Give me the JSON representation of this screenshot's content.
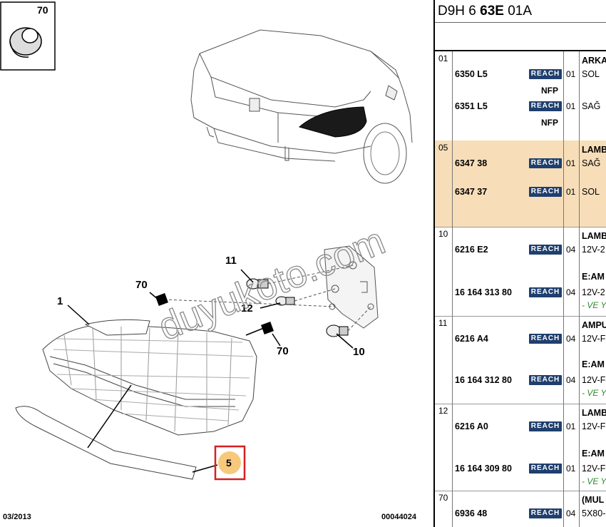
{
  "diagram": {
    "insert_label": "70",
    "callouts": {
      "c1": "1",
      "c70a": "70",
      "c11": "11",
      "c12": "12",
      "c70b": "70",
      "c10": "10",
      "c5": "5"
    },
    "watermark": "duyukoto.com",
    "footer_date": "03/2013",
    "footer_ref": "00044024",
    "highlight_color": "#d62020",
    "highlight_fill": "#f7c97c"
  },
  "panel": {
    "header": {
      "code_pre": "D9H 6 ",
      "code_bold": "63E",
      "code_post": " 01A"
    },
    "reach_label": "REACH",
    "groups": [
      {
        "num": "01",
        "highlighted": false,
        "rows": [
          {
            "part": "",
            "qty": "",
            "desc": "ARKA",
            "bold": true
          },
          {
            "part": "6350 L5",
            "qty": "01",
            "desc": "SOL",
            "reach": true
          },
          {
            "part": "",
            "qty": "",
            "desc": "",
            "nfp": "NFP"
          },
          {
            "part": "6351 L5",
            "qty": "01",
            "desc": "SAĞ",
            "reach": true
          },
          {
            "part": "",
            "qty": "",
            "desc": "",
            "nfp": "NFP"
          }
        ]
      },
      {
        "num": "05",
        "highlighted": true,
        "rows": [
          {
            "part": "",
            "qty": "",
            "desc": "LAMB",
            "bold": true
          },
          {
            "part": "6347 38",
            "qty": "01",
            "desc": "SAĞ",
            "reach": true
          },
          {
            "part": "6347 37",
            "qty": "01",
            "desc": "SOL",
            "reach": true
          }
        ]
      },
      {
        "num": "10",
        "highlighted": false,
        "rows": [
          {
            "part": "",
            "qty": "",
            "desc": "LAMB",
            "bold": true
          },
          {
            "part": "6216 E2",
            "qty": "04",
            "desc": "12V-2",
            "reach": true
          },
          {
            "part": "",
            "qty": "",
            "desc": "E:AM",
            "bold": true
          },
          {
            "part": "16 164 313 80",
            "qty": "04",
            "desc": "12V-2",
            "reach": true
          },
          {
            "part": "",
            "qty": "",
            "desc": "- VE Y",
            "note": true
          }
        ]
      },
      {
        "num": "11",
        "highlighted": false,
        "rows": [
          {
            "part": "",
            "qty": "",
            "desc": "AMPU",
            "bold": true
          },
          {
            "part": "6216 A4",
            "qty": "04",
            "desc": "12V-F",
            "reach": true
          },
          {
            "part": "",
            "qty": "",
            "desc": "E:AM",
            "bold": true
          },
          {
            "part": "16 164 312 80",
            "qty": "04",
            "desc": "12V-F",
            "reach": true
          },
          {
            "part": "",
            "qty": "",
            "desc": "- VE Y",
            "note": true
          }
        ]
      },
      {
        "num": "12",
        "highlighted": false,
        "rows": [
          {
            "part": "",
            "qty": "",
            "desc": "LAMB",
            "bold": true
          },
          {
            "part": "6216 A0",
            "qty": "01",
            "desc": "12V-F",
            "reach": true
          },
          {
            "part": "",
            "qty": "",
            "desc": "E:AM",
            "bold": true
          },
          {
            "part": "16 164 309 80",
            "qty": "01",
            "desc": "12V-F",
            "reach": true
          },
          {
            "part": "",
            "qty": "",
            "desc": "- VE Y",
            "note": true
          }
        ]
      },
      {
        "num": "70",
        "highlighted": false,
        "rows": [
          {
            "part": "",
            "qty": "",
            "desc": "(MUL",
            "bold": true
          },
          {
            "part": "6936 48",
            "qty": "04",
            "desc": "5X80-",
            "reach": true
          }
        ]
      }
    ]
  }
}
